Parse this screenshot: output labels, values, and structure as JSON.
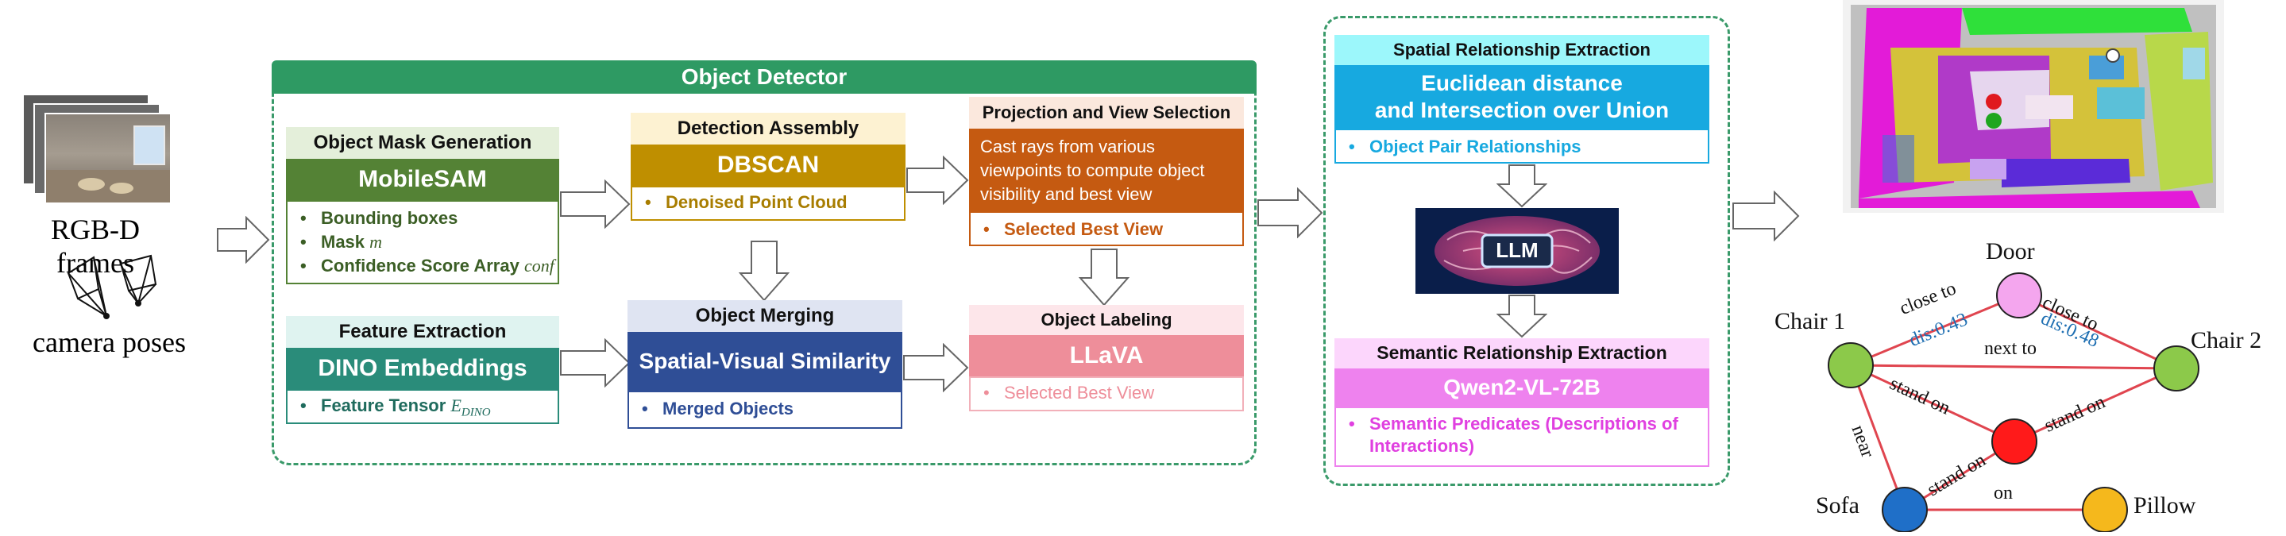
{
  "inputs": {
    "rgbd_label": "RGB-D frames",
    "poses_label": "camera poses"
  },
  "object_detector": {
    "title": "Object Detector",
    "mask_generation": {
      "header": "Object Mask Generation",
      "model": "MobileSAM",
      "bullets": [
        "Bounding boxes",
        "Mask",
        "Confidence Score Array"
      ],
      "mask_symbol": "m",
      "conf_symbol": "conf"
    },
    "feature_extraction": {
      "header": "Feature Extraction",
      "model": "DINO Embeddings",
      "bullet": "Feature Tensor",
      "symbol_main": "E",
      "symbol_sub": "DINO"
    },
    "detection_assembly": {
      "header": "Detection Assembly",
      "model": "DBSCAN",
      "bullet": "Denoised Point Cloud"
    },
    "object_merging": {
      "header": "Object Merging",
      "model": "Spatial-Visual Similarity",
      "bullet": "Merged Objects"
    },
    "projection": {
      "header": "Projection and View Selection",
      "body": "Cast rays from various viewpoints to compute object visibility and best view",
      "bullet": "Selected Best View"
    },
    "labeling": {
      "header": "Object Labeling",
      "model": "LLaVA",
      "bullet": "Selected Best View"
    }
  },
  "relationships": {
    "spatial": {
      "header": "Spatial Relationship Extraction",
      "model_line1": "Euclidean distance",
      "model_line2": "and Intersection over Union",
      "bullet": "Object Pair Relationships"
    },
    "llm_label": "LLM",
    "semantic": {
      "header": "Semantic Relationship Extraction",
      "model": "Qwen2-VL-72B",
      "bullet": "Semantic Predicates (Descriptions of Interactions)"
    }
  },
  "scene_graph": {
    "nodes": [
      {
        "name": "Door",
        "color": "#f4a6ee"
      },
      {
        "name": "Chair 1",
        "color": "#8cc94a"
      },
      {
        "name": "Chair 2",
        "color": "#8cc94a"
      },
      {
        "name": "",
        "color": "#ff1a1a"
      },
      {
        "name": "Sofa",
        "color": "#1f6fc8"
      },
      {
        "name": "Pillow",
        "color": "#f5b81c"
      }
    ],
    "edges": [
      {
        "label": "close to",
        "dis": "dis:0.43"
      },
      {
        "label": "close to",
        "dis": "dis:0.48"
      },
      {
        "label": "next to",
        "dis": ""
      },
      {
        "label": "stand on",
        "dis": ""
      },
      {
        "label": "stand on",
        "dis": ""
      },
      {
        "label": "near",
        "dis": ""
      },
      {
        "label": "stand on",
        "dis": ""
      },
      {
        "label": "on",
        "dis": ""
      }
    ],
    "edge_color": "#e0454f"
  },
  "colors": {
    "detector_green": "#2e9a63",
    "mask_green": "#548235",
    "feature_teal": "#2a8c7a",
    "dbscan_gold": "#bf8f00",
    "merge_blue": "#2f4e96",
    "projection_orange": "#c55a11",
    "llava_pink": "#ee8e9a",
    "spatial_cyan": "#17a9e0",
    "semantic_magenta": "#ee82ee"
  }
}
